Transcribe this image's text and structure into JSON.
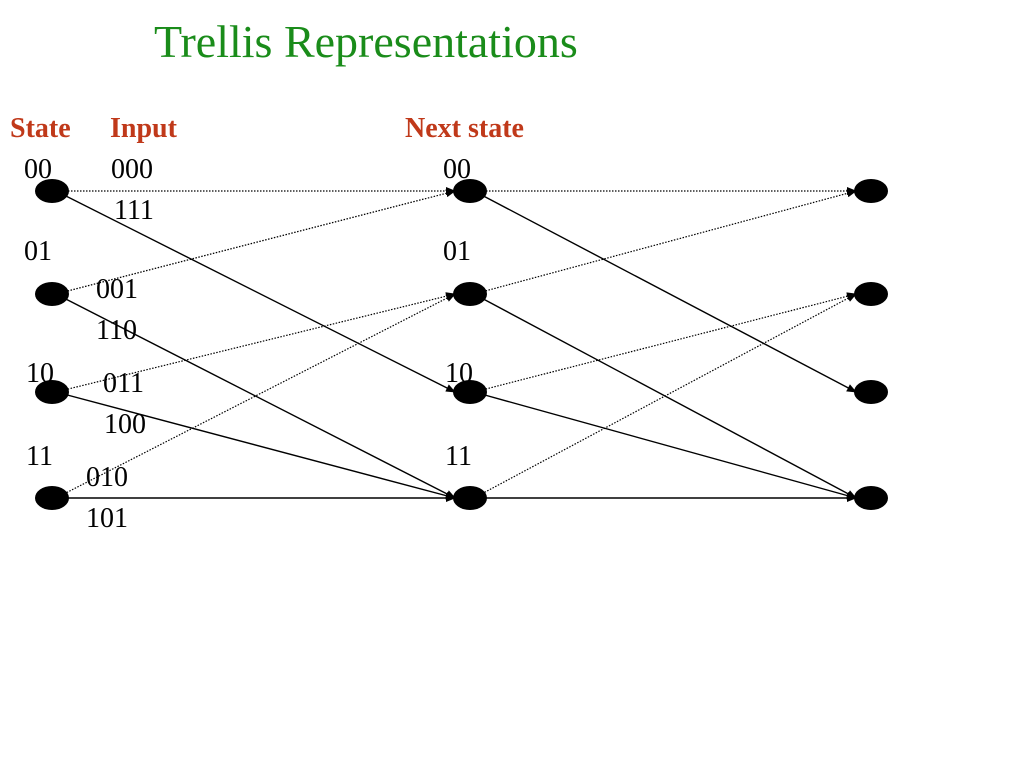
{
  "slide": {
    "title": "Trellis Representations",
    "title_color": "#1a8c1a",
    "header_color": "#c0391a"
  },
  "headers": {
    "state": "State",
    "input": "Input",
    "next_state": "Next state"
  },
  "states": [
    "00",
    "01",
    "10",
    "11"
  ],
  "inputs": [
    "000",
    "111",
    "001",
    "110",
    "011",
    "100",
    "010",
    "101"
  ],
  "edges": [
    {
      "from": "00",
      "to": "00",
      "style": "dotted"
    },
    {
      "from": "00",
      "to": "10",
      "style": "solid"
    },
    {
      "from": "01",
      "to": "00",
      "style": "dotted"
    },
    {
      "from": "01",
      "to": "11",
      "style": "solid"
    },
    {
      "from": "10",
      "to": "01",
      "style": "dotted"
    },
    {
      "from": "10",
      "to": "11",
      "style": "solid"
    },
    {
      "from": "11",
      "to": "01",
      "style": "dotted"
    },
    {
      "from": "11",
      "to": "11",
      "style": "solid"
    }
  ]
}
